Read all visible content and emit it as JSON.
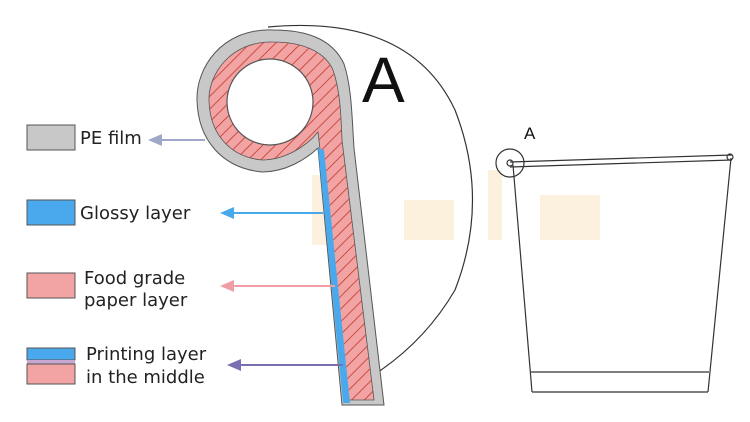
{
  "colors": {
    "pe_film": "#c8c8c8",
    "glossy": "#4aa9ec",
    "paper": "#f2a3a3",
    "printing_top": "#4aa9ec",
    "printing_mid": "#c7a6cf",
    "printing_bottom": "#f2a3a3",
    "arrow_pe": "#9fa8c8",
    "arrow_glossy": "#4aa9ec",
    "arrow_paper": "#ef9ea3",
    "arrow_printing": "#7a6fb0",
    "hatch": "#c0392b",
    "outline": "#555555"
  },
  "diagram": {
    "detail_marker": "A",
    "cup_marker": "A",
    "legend": [
      {
        "id": "pe",
        "line1": "PE film",
        "line2": ""
      },
      {
        "id": "glossy",
        "line1": "Glossy layer",
        "line2": ""
      },
      {
        "id": "paper",
        "line1": "Food grade",
        "line2": "paper layer"
      },
      {
        "id": "printing",
        "line1": "Printing layer",
        "line2": "in the middle"
      }
    ]
  }
}
